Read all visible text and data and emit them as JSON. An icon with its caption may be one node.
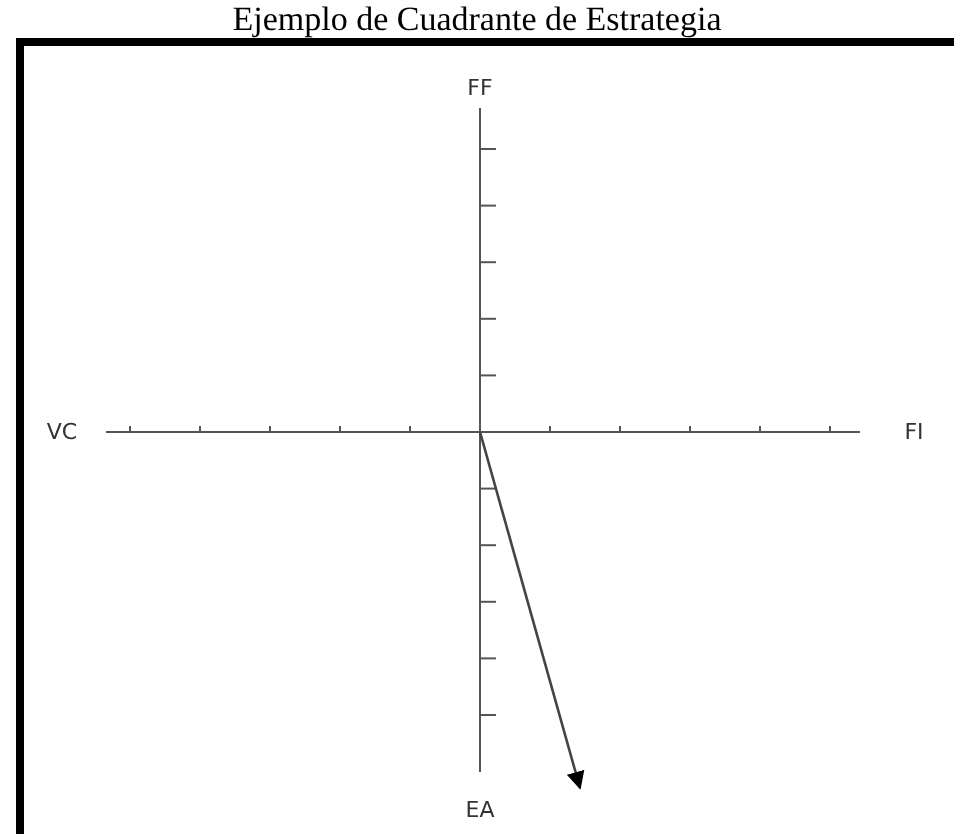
{
  "diagram": {
    "title": "Ejemplo de Cuadrante de Estrategia",
    "labels": [
      "FF",
      "VC",
      "FI",
      "EA"
    ]
  }
}
